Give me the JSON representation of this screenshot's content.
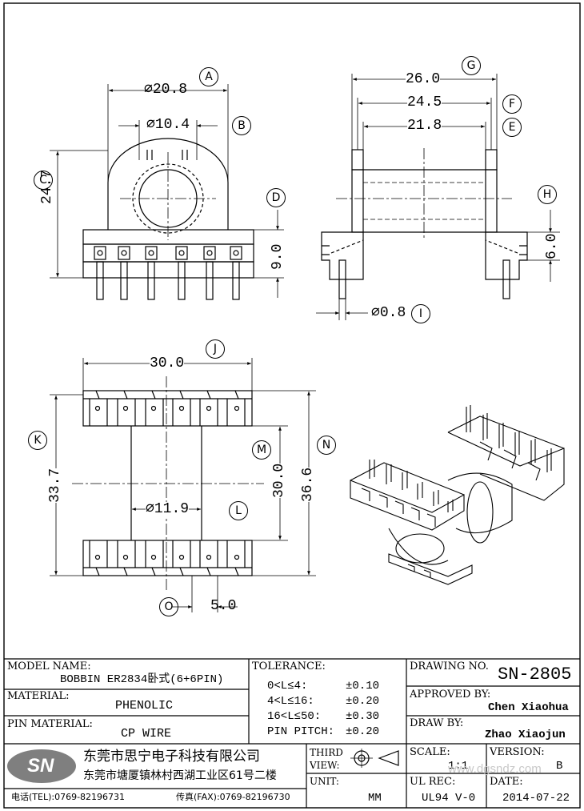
{
  "dimensions": {
    "A": {
      "label": "A",
      "value": "⌀20.8"
    },
    "B": {
      "label": "B",
      "value": "⌀10.4"
    },
    "C": {
      "label": "C",
      "value": "24.7"
    },
    "D": {
      "label": "D",
      "value": "9.0"
    },
    "E": {
      "label": "E",
      "value": "21.8"
    },
    "F": {
      "label": "F",
      "value": "24.5"
    },
    "G": {
      "label": "G",
      "value": "26.0"
    },
    "H": {
      "label": "H",
      "value": "6.0"
    },
    "I": {
      "label": "I",
      "value": "⌀0.8"
    },
    "J": {
      "label": "J",
      "value": "30.0"
    },
    "K": {
      "label": "K",
      "value": "33.7"
    },
    "L": {
      "label": "L",
      "value": "⌀11.9"
    },
    "M": {
      "label": "M",
      "value": "30.0"
    },
    "N": {
      "label": "N",
      "value": "36.6"
    },
    "O": {
      "label": "O",
      "value": "5.0"
    }
  },
  "title_block": {
    "model_name_label": "MODEL NAME:",
    "model_name": "BOBBIN ER2834卧式(6+6PIN)",
    "material_label": "MATERIAL:",
    "material": "PHENOLIC",
    "pin_material_label": "PIN MATERIAL:",
    "pin_material": "CP WIRE",
    "tolerance_label": "TOLERANCE:",
    "tolerances": [
      {
        "range": "0<L≤4:",
        "value": "±0.10"
      },
      {
        "range": "4<L≤16:",
        "value": "±0.20"
      },
      {
        "range": "16<L≤50:",
        "value": "±0.30"
      },
      {
        "range": "PIN PITCH:",
        "value": "±0.20"
      }
    ],
    "drawing_no_label": "DRAWING NO.",
    "drawing_no": "SN-2805",
    "approved_by_label": "APPROVED BY:",
    "approved_by": "Chen Xiaohua",
    "draw_by_label": "DRAW BY:",
    "draw_by": "Zhao Xiaojun",
    "third_view_label_1": "THIRD",
    "third_view_label_2": "VIEW:",
    "scale_label": "SCALE:",
    "scale": "1:1",
    "version_label": "VERSION:",
    "version": "B",
    "unit_label": "UNIT:",
    "unit": "MM",
    "ul_rec_label": "UL REC:",
    "ul_rec": "UL94 V-0",
    "date_label": "DATE:",
    "date": "2014-07-22",
    "logo_text": "SN",
    "company_name": "东莞市思宁电子科技有限公司",
    "company_address": "东莞市塘厦镇林村西湖工业区61号二楼",
    "tel": "电话(TEL):0769-82196731",
    "fax": "传真(FAX):0769-82196730",
    "watermark": "www.dgsndz.com"
  }
}
